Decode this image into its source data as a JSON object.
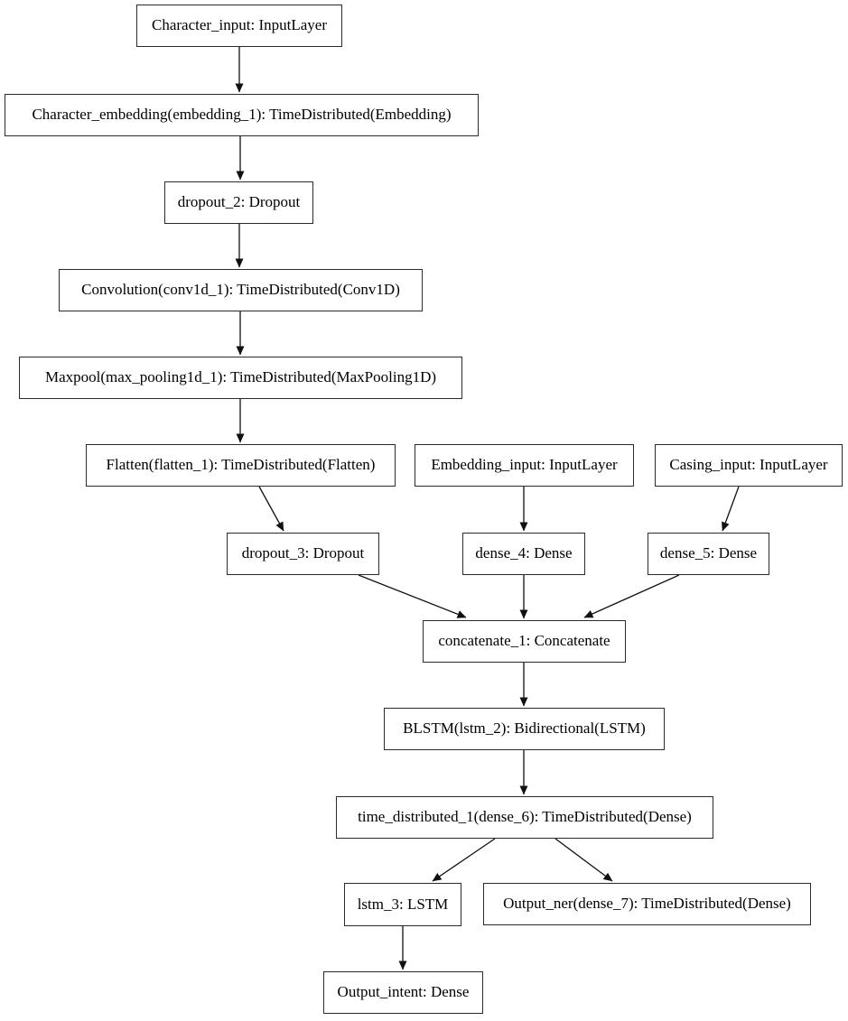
{
  "diagram": {
    "kind": "neural-network-layer-graph",
    "nodes": [
      {
        "id": "character_input",
        "label": "Character_input: InputLayer"
      },
      {
        "id": "character_embedding",
        "label": "Character_embedding(embedding_1): TimeDistributed(Embedding)"
      },
      {
        "id": "dropout_2",
        "label": "dropout_2: Dropout"
      },
      {
        "id": "convolution",
        "label": "Convolution(conv1d_1): TimeDistributed(Conv1D)"
      },
      {
        "id": "maxpool",
        "label": "Maxpool(max_pooling1d_1): TimeDistributed(MaxPooling1D)"
      },
      {
        "id": "flatten",
        "label": "Flatten(flatten_1): TimeDistributed(Flatten)"
      },
      {
        "id": "embedding_input",
        "label": "Embedding_input: InputLayer"
      },
      {
        "id": "casing_input",
        "label": "Casing_input: InputLayer"
      },
      {
        "id": "dropout_3",
        "label": "dropout_3: Dropout"
      },
      {
        "id": "dense_4",
        "label": "dense_4: Dense"
      },
      {
        "id": "dense_5",
        "label": "dense_5: Dense"
      },
      {
        "id": "concatenate_1",
        "label": "concatenate_1: Concatenate"
      },
      {
        "id": "blstm",
        "label": "BLSTM(lstm_2): Bidirectional(LSTM)"
      },
      {
        "id": "time_distributed_1",
        "label": "time_distributed_1(dense_6): TimeDistributed(Dense)"
      },
      {
        "id": "lstm_3",
        "label": "lstm_3: LSTM"
      },
      {
        "id": "output_ner",
        "label": "Output_ner(dense_7): TimeDistributed(Dense)"
      },
      {
        "id": "output_intent",
        "label": "Output_intent: Dense"
      }
    ],
    "edges": [
      {
        "from": "character_input",
        "to": "character_embedding"
      },
      {
        "from": "character_embedding",
        "to": "dropout_2"
      },
      {
        "from": "dropout_2",
        "to": "convolution"
      },
      {
        "from": "convolution",
        "to": "maxpool"
      },
      {
        "from": "maxpool",
        "to": "flatten"
      },
      {
        "from": "flatten",
        "to": "dropout_3"
      },
      {
        "from": "embedding_input",
        "to": "dense_4"
      },
      {
        "from": "casing_input",
        "to": "dense_5"
      },
      {
        "from": "dropout_3",
        "to": "concatenate_1"
      },
      {
        "from": "dense_4",
        "to": "concatenate_1"
      },
      {
        "from": "dense_5",
        "to": "concatenate_1"
      },
      {
        "from": "concatenate_1",
        "to": "blstm"
      },
      {
        "from": "blstm",
        "to": "time_distributed_1"
      },
      {
        "from": "time_distributed_1",
        "to": "lstm_3"
      },
      {
        "from": "time_distributed_1",
        "to": "output_ner"
      },
      {
        "from": "lstm_3",
        "to": "output_intent"
      }
    ],
    "colors": {
      "background": "#ffffff",
      "node_fill": "#ffffff",
      "node_border": "#2b2b2b",
      "edge": "#111111",
      "text": "#000000"
    }
  }
}
